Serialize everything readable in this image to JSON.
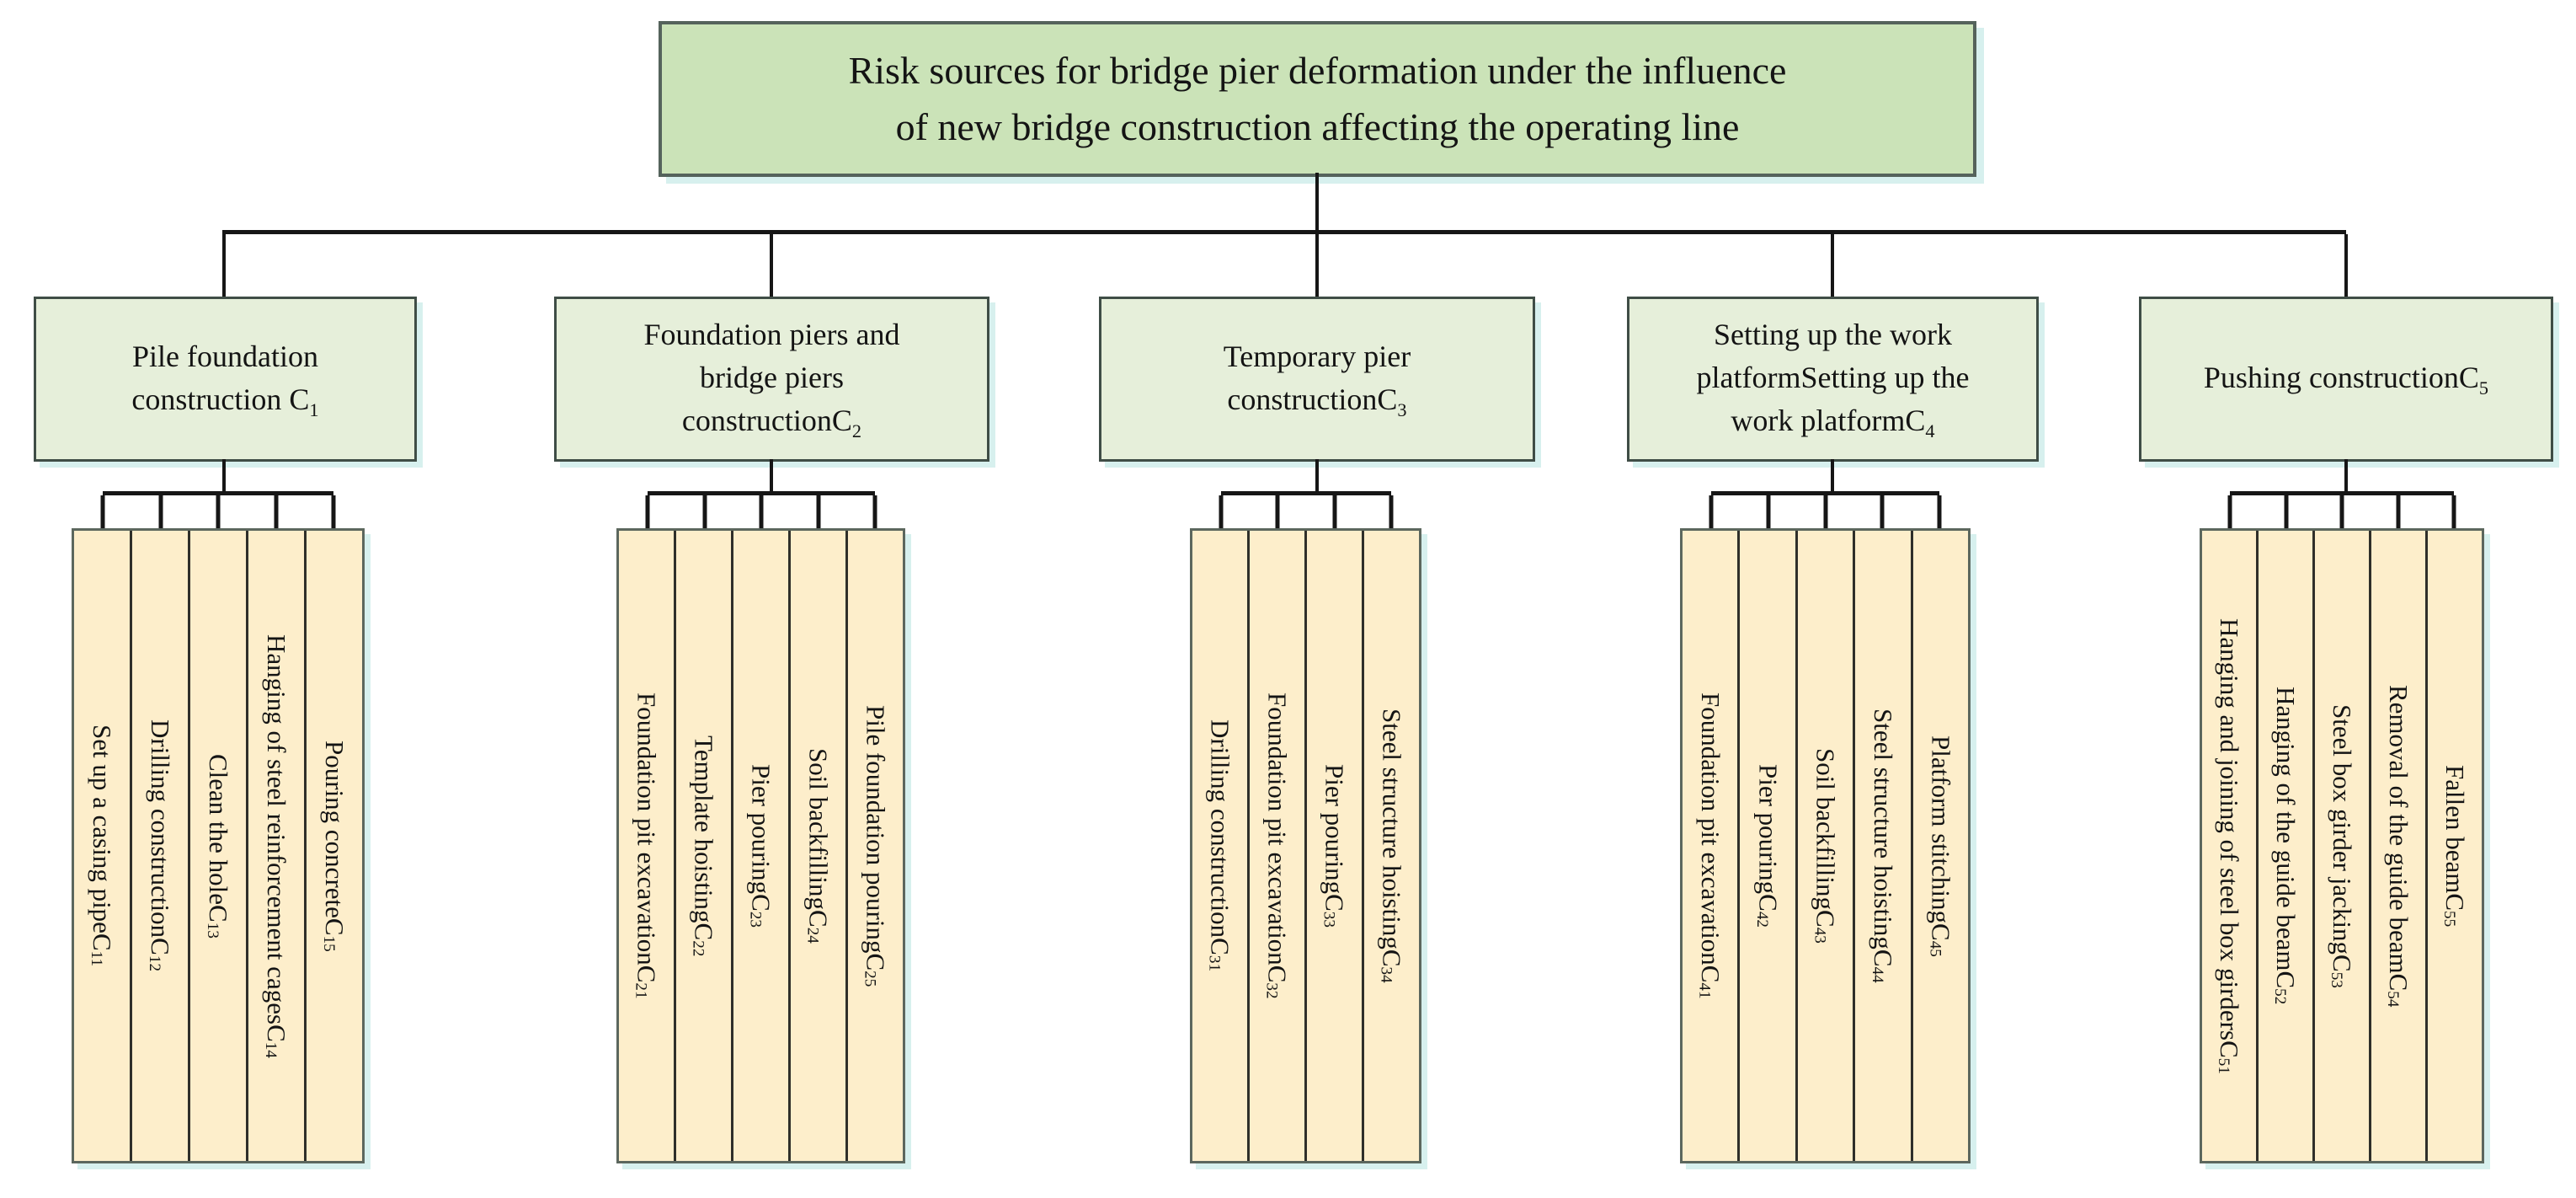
{
  "root": {
    "label": "Risk sources for bridge pier deformation under the influence\nof new bridge construction affecting the operating line"
  },
  "palette": {
    "root_fill": "#cbe3b8",
    "category_fill": "#e6efda",
    "item_fill": "#fdeecb",
    "connector": "#161616",
    "shadow": "#d7f0ee"
  },
  "branches": [
    {
      "label": "Pile foundation\nconstruction C",
      "sub": "1",
      "children": [
        {
          "label": "Set up a casing pipeC",
          "sub": "11"
        },
        {
          "label": "Drilling constructionC",
          "sub": "12"
        },
        {
          "label": "Clean the holeC",
          "sub": "13"
        },
        {
          "label": "Hanging of steel reinforcement cagesC",
          "sub": "14"
        },
        {
          "label": "Pouring concreteC",
          "sub": "15"
        }
      ]
    },
    {
      "label": "Foundation piers and\nbridge piers\nconstructionC",
      "sub": "2",
      "children": [
        {
          "label": "Foundation pit excavationC",
          "sub": "21"
        },
        {
          "label": "Template hoistingC",
          "sub": "22"
        },
        {
          "label": "Pier pouringC",
          "sub": "23"
        },
        {
          "label": "Soil backfillingC",
          "sub": "24"
        },
        {
          "label": "Pile foundation pouringC",
          "sub": "25"
        }
      ]
    },
    {
      "label": "Temporary pier\nconstructionC",
      "sub": "3",
      "children": [
        {
          "label": "Drilling constructionC",
          "sub": "31"
        },
        {
          "label": "Foundation pit excavationC",
          "sub": "32"
        },
        {
          "label": "Pier pouringC",
          "sub": "33"
        },
        {
          "label": "Steel structure hoistingC",
          "sub": "34"
        }
      ]
    },
    {
      "label": "Setting up the work\nplatformSetting up the\nwork platformC",
      "sub": "4",
      "children": [
        {
          "label": "Foundation pit excavationC",
          "sub": "41"
        },
        {
          "label": "Pier pouringC",
          "sub": "42"
        },
        {
          "label": "Soil backfillingC",
          "sub": "43"
        },
        {
          "label": "Steel structure hoistingC",
          "sub": "44"
        },
        {
          "label": "Platform stitchingC",
          "sub": "45"
        }
      ]
    },
    {
      "label": "Pushing constructionC",
      "sub": "5",
      "children": [
        {
          "label": "Hanging and joining of steel box girdersC",
          "sub": "51"
        },
        {
          "label": "Hanging of the guide beamC",
          "sub": "52"
        },
        {
          "label": "Steel box girder jackingC",
          "sub": "53"
        },
        {
          "label": "Removal of the guide beamC",
          "sub": "54"
        },
        {
          "label": "Fallen beamC",
          "sub": "55"
        }
      ]
    }
  ]
}
